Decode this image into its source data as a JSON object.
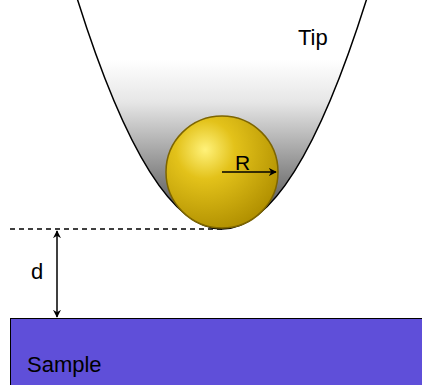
{
  "diagram": {
    "nodes": [
      {
        "text": [
          "Tip"
        ]
      },
      {
        "text": [
          "R"
        ],
        "in": 0
      },
      {
        "text": [
          "Sample"
        ]
      }
    ],
    "labels": [
      "d"
    ]
  }
}
